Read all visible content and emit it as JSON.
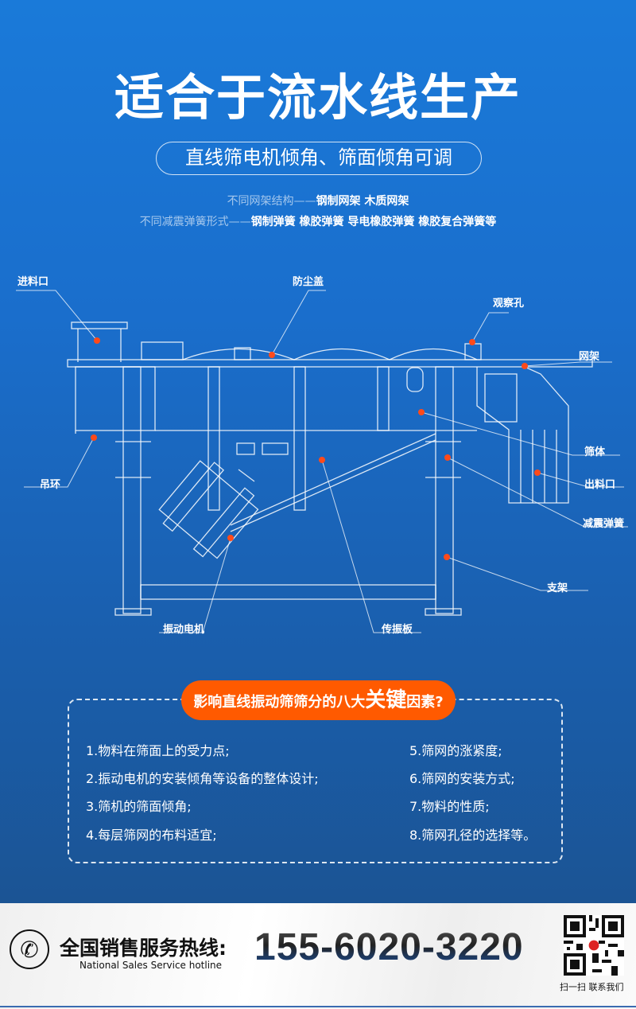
{
  "title": "适合于流水线生产",
  "subtitle": "直线筛电机倾角、筛面倾角可调",
  "line1": {
    "label": "不同网架结构——",
    "value": "钢制网架 木质网架"
  },
  "line2": {
    "label": "不同减震弹簧形式——",
    "value": "钢制弹簧 橡胶弹簧 导电橡胶弹簧 橡胶复合弹簧等"
  },
  "diagram_labels": {
    "inlet": "进料口",
    "dust_cover": "防尘盖",
    "inspection_hole": "观察孔",
    "screen_frame": "网架",
    "screen_body": "筛体",
    "outlet": "出料口",
    "damping_spring": "减震弹簧",
    "lifting_ring": "吊环",
    "support": "支架",
    "vibration_motor": "振动电机",
    "vibration_plate": "传振板"
  },
  "factors": {
    "title_pre": "影响直线振动筛筛分的八大",
    "title_key": "关键",
    "title_post": "因素?",
    "items": [
      "1.物料在筛面上的受力点;",
      "2.振动电机的安装倾角等设备的整体设计;",
      "3.筛机的筛面倾角;",
      "4.每层筛网的布料适宜;",
      "5.筛网的涨紧度;",
      "6.筛网的安装方式;",
      "7.物料的性质;",
      "8.筛网孔径的选择等。"
    ]
  },
  "footer": {
    "hotline_cn": "全国销售服务热线:",
    "hotline_en": "National Sales Service hotline",
    "phone": "155-6020-3220",
    "qr_caption": "扫一扫 联系我们"
  },
  "colors": {
    "accent": "#ff5a00",
    "bg_top": "#1a7ad9",
    "bg_bottom": "#1b5494"
  }
}
